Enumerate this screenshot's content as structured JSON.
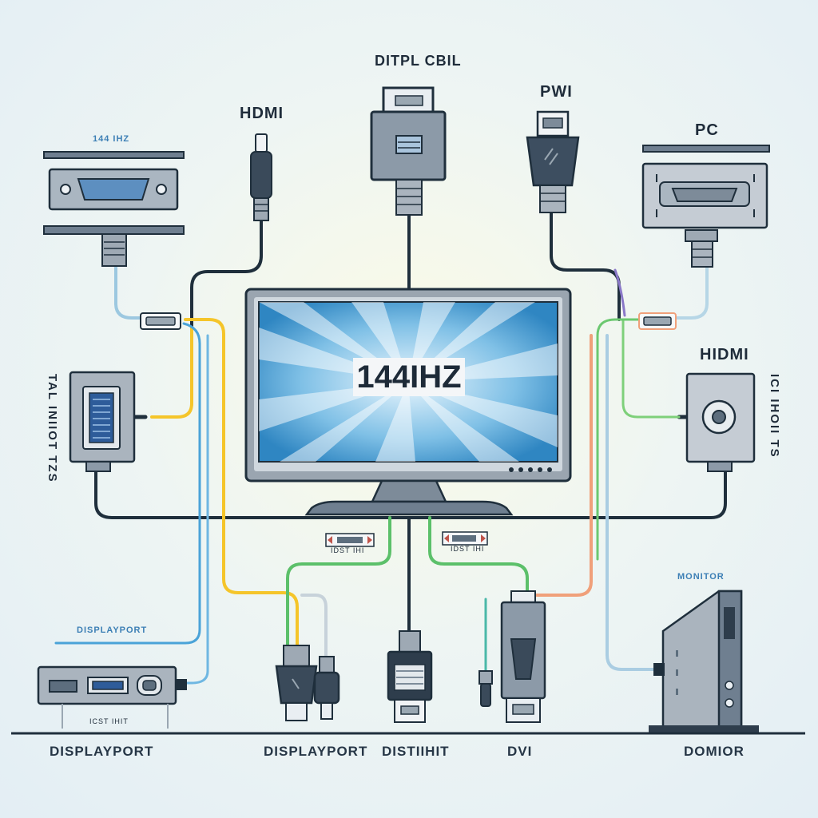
{
  "monitor": {
    "refresh_rate_text": "144IHZ"
  },
  "labels": {
    "top_hdmi": "HDMI",
    "top_center": "DITPL CBIL",
    "top_pwi": "PWI",
    "top_pc": "PC",
    "top_left_small": "144 IHZ",
    "right_hdmi": "HIDMI",
    "left_vertical": "TAL INIIOT TZS",
    "right_vertical": "ICI IHOII TS",
    "displayport_small": "DISPLAYPORT",
    "monitor_small": "MONITOR",
    "tag_left": "IDST IHI",
    "tag_right": "IDST IHI",
    "under_left_device": "ICST IHIT",
    "bottom_displayport_1": "DISPLAYPORT",
    "bottom_displayport_2": "DISPLAYPORT",
    "bottom_distiihit": "DISTIIHIT",
    "bottom_dvi": "DVI",
    "bottom_domior": "DOMIOR"
  },
  "colors": {
    "cable_dark": "#1f2f3c",
    "cable_yellow": "#f5c52a",
    "cable_blue": "#4aa3d8",
    "cable_green": "#5cc06a",
    "cable_orange": "#f0a07a",
    "cable_lightblue": "#9cc8e0",
    "device_gray": "#8f9aa6",
    "screen_blue": "#4fa6d8"
  }
}
